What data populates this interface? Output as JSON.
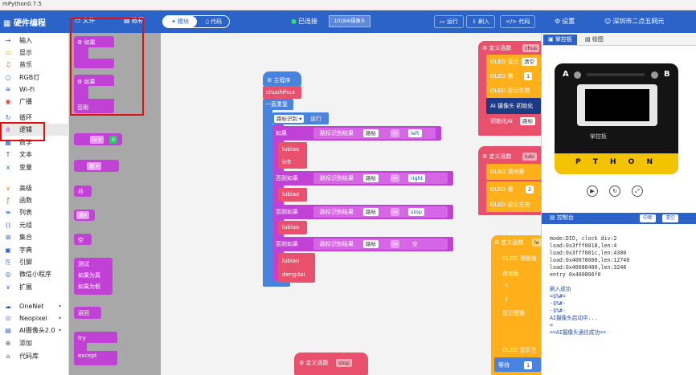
{
  "window": {
    "title": "mPython0.7.5"
  },
  "toolbar": {
    "brand": "硬件编程",
    "file": "文件",
    "example": "教程",
    "mode_blocks": "模块",
    "mode_code": "代码",
    "status": "已连接",
    "device": "1018AI摄像头",
    "run": "运行",
    "flash": "刷入",
    "code": "代码",
    "settings": "设置",
    "user": "深圳市二点五网元"
  },
  "sidebar": {
    "items": [
      {
        "icon": "→",
        "label": "输入"
      },
      {
        "icon": "▭",
        "label": "显示"
      },
      {
        "icon": "♫",
        "label": "音乐"
      },
      {
        "icon": "○",
        "label": "RGB灯"
      },
      {
        "icon": "≋",
        "label": "Wi-Fi"
      },
      {
        "icon": "◉",
        "label": "广播"
      },
      {
        "icon": "↻",
        "label": "循环"
      },
      {
        "icon": "⋔",
        "label": "逻辑"
      },
      {
        "icon": "▦",
        "label": "数学"
      },
      {
        "icon": "T",
        "label": "文本"
      },
      {
        "icon": "x",
        "label": "变量"
      },
      {
        "icon": "∨",
        "label": "高级"
      },
      {
        "icon": "ƒ",
        "label": "函数"
      },
      {
        "icon": "≡",
        "label": "列表"
      },
      {
        "icon": "()",
        "label": "元组"
      },
      {
        "icon": "⊞",
        "label": "集合"
      },
      {
        "icon": "▣",
        "label": "字典"
      },
      {
        "icon": "⎘",
        "label": "引脚"
      },
      {
        "icon": "◎",
        "label": "微信小程序"
      },
      {
        "icon": "∨",
        "label": "扩展"
      },
      {
        "icon": "☁",
        "label": "OneNet"
      },
      {
        "icon": "⊙",
        "label": "Neopixel"
      },
      {
        "icon": "▤",
        "label": "AI摄像头2.0"
      },
      {
        "icon": "⊕",
        "label": "添加"
      },
      {
        "icon": "⌂",
        "label": "代码库"
      }
    ]
  },
  "flyout": {
    "if": "如果",
    "if2": "如果",
    "else": "否则",
    "compare_op": "=",
    "compare_val": "0",
    "and": "和",
    "not": "非",
    "true": "真",
    "null": "空",
    "test": "测试",
    "if_true": "如果为真",
    "if_false": "如果为假",
    "return": "返回",
    "try": "try",
    "except": "except"
  },
  "program": {
    "main": "主程序",
    "init": "chushihua",
    "loop": "一直重复",
    "recognize": "路标识别",
    "run": "运行",
    "if": "如果",
    "elif": "否则如果",
    "result": "路标识别结果",
    "result_sel": "路标",
    "eq": "=",
    "val_left": "left",
    "val_right": "right",
    "val_stop": "stop",
    "val_null": "空",
    "call": "lubiao",
    "act_left": "left",
    "act_dengdai": "dengdai",
    "def_stop_kw": "定义函数",
    "def_stop": "stop"
  },
  "fn1": {
    "def": "定义函数",
    "name": "chus",
    "l1": "OLED 显示",
    "l1v": "清空",
    "l2": "OLED 第",
    "l2v": "1",
    "l3": "OLED 显示生效",
    "l4": "AI 摄像头 初始化",
    "l5": "初始化AI",
    "l5v": "路标"
  },
  "fn2": {
    "def": "定义函数",
    "name": "lubi",
    "l1": "OLED 清除第",
    "l2": "OLED 第",
    "l2v": "2",
    "l3": "OLED 显示生效"
  },
  "fn3": {
    "def": "定义函数",
    "name": "le",
    "l1": "OLED 清除指",
    "l2": "存坐标",
    "l3": "x",
    "l4": "y",
    "l5": "显示图像",
    "l6": "OLED 显示生",
    "l7": "等待",
    "l7v": "1"
  },
  "right": {
    "tab_board": "掌控板",
    "tab_image": "绘图",
    "console_title": "控制台",
    "btn_cn": "中断",
    "btn_clear": "清空",
    "board_a": "A",
    "board_b": "B",
    "board_logo": "掌控板",
    "board_pins": "P T H O N"
  },
  "console": {
    "lines": [
      "mode:DIO, clock div:2",
      "load:0x3fff0018,len:4",
      "load:0x3fff001c,len:4300",
      "load:0x40078000,len:12740",
      "load:0x40080400,len:3248",
      "entry 0x400806f0",
      "",
      "刷入成功",
      "=$%#=",
      "-$%#-",
      "-$%#-",
      "AI摄像头启动中...",
      "=",
      "==AI摄像头通信成功=="
    ]
  },
  "colors": {
    "toolbar": "#2c63c8",
    "logic": "#c140d6",
    "text": "#e9506c",
    "yellow": "#ffb01a",
    "blue": "#4a82e0",
    "green": "#33c26b"
  }
}
